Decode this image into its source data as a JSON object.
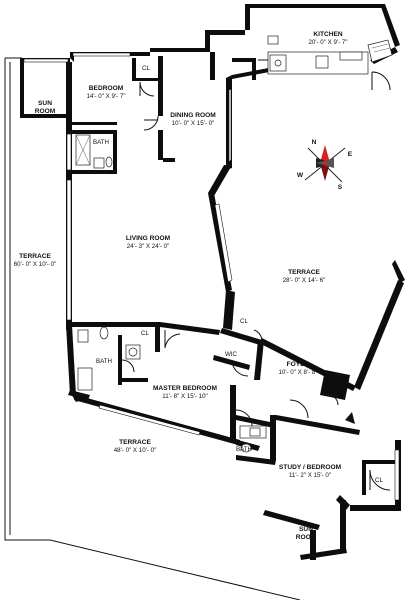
{
  "rooms": {
    "kitchen": {
      "name": "KITCHEN",
      "dims": "20'- 0\" X 9'- 7\""
    },
    "bedroom": {
      "name": "BEDROOM",
      "dims": "14'- 0\" X 9'- 7\""
    },
    "sun_room_top": {
      "name_line1": "SUN",
      "name_line2": "ROOM"
    },
    "dining_room": {
      "name": "DINING ROOM",
      "dims": "10'- 0\" X 15'- 0\""
    },
    "living_room": {
      "name": "LIVING ROOM",
      "dims": "24'- 3\" X 24'- 0\""
    },
    "terrace_west": {
      "name": "TERRACE",
      "dims": "60'- 0\" X 10'- 0\""
    },
    "terrace_east": {
      "name": "TERRACE",
      "dims": "28'- 0\" X 14'- 6\""
    },
    "foyer": {
      "name": "FOYER",
      "dims": "10'- 0\" X 8'- 8\""
    },
    "master_bedroom": {
      "name": "MASTER BEDROOM",
      "dims": "11'- 8\" X 15'- 10\""
    },
    "terrace_south": {
      "name": "TERRACE",
      "dims": "48'- 0\" X 10'- 0\""
    },
    "study_bedroom": {
      "name": "STUDY / BEDROOM",
      "dims": "11'- 2\" X 15'- 0\""
    },
    "sun_room_bottom": {
      "name_line1": "SUN",
      "name_line2": "ROOM"
    }
  },
  "small_labels": {
    "cl_bedroom": "CL",
    "bath_top": "BATH",
    "cl_master": "CL",
    "cl_wic": "CL",
    "wic": "WIC",
    "bath_master": "BATH",
    "bath_study": "BATH",
    "cl_study": "CL"
  },
  "compass": {
    "n": "N",
    "e": "E",
    "s": "S",
    "w": "W",
    "accent_color": "#d62020"
  }
}
